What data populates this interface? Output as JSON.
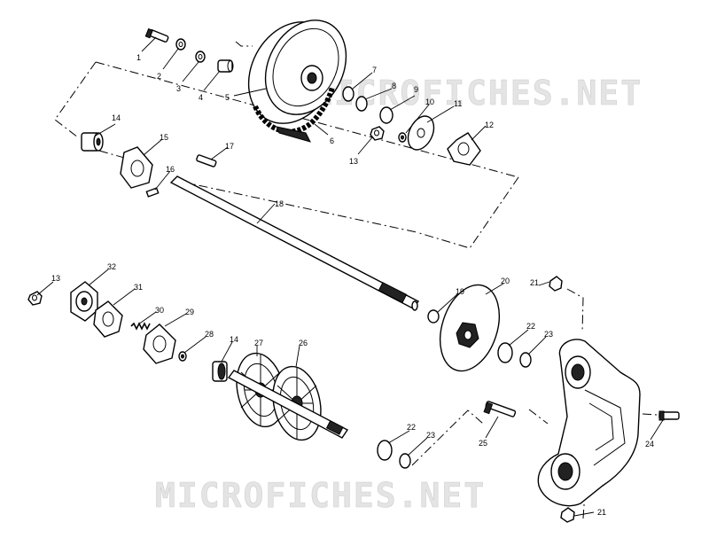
{
  "watermark": {
    "top": "MICROFICHES.NET",
    "bottom": "MICROFICHES.NET"
  },
  "callouts": {
    "c1": "1",
    "c2": "2",
    "c3": "3",
    "c4": "4",
    "c5": "5",
    "c6": "6",
    "c7": "7",
    "c8": "8",
    "c9": "9",
    "c10": "10",
    "c11": "11",
    "c12": "12",
    "c13a": "13",
    "c14a": "14",
    "c15": "15",
    "c16": "16",
    "c17": "17",
    "c18": "18",
    "c13b": "13",
    "c32": "32",
    "c31": "31",
    "c30": "30",
    "c29": "29",
    "c28": "28",
    "c14b": "14",
    "c27": "27",
    "c26": "26",
    "c19": "19",
    "c20": "20",
    "c21a": "21",
    "c22a": "22",
    "c23a": "23",
    "c22b": "22",
    "c23b": "23",
    "c25": "25",
    "c24": "24",
    "c21b": "21"
  }
}
